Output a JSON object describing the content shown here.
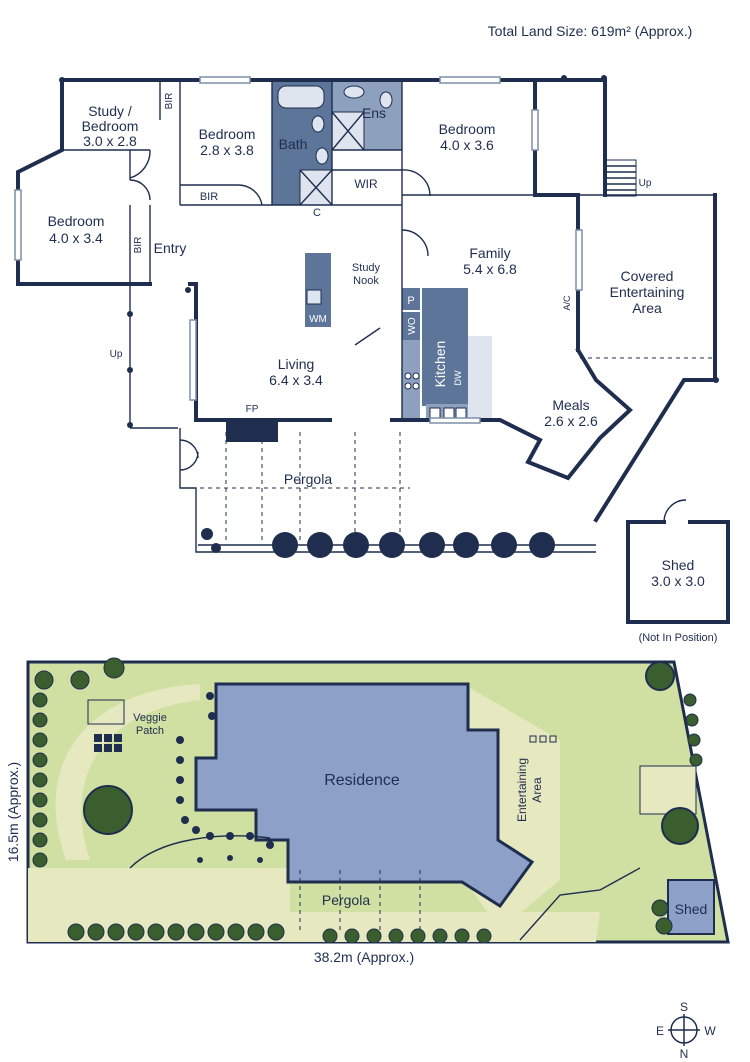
{
  "header": {
    "land_size": "Total Land Size: 619m² (Approx.)"
  },
  "floor_plan": {
    "rooms": {
      "study_bedroom": [
        "Study /",
        "Bedroom",
        "3.0 x 2.8"
      ],
      "bedroom_2": [
        "Bedroom",
        "2.8 x 3.8"
      ],
      "bedroom_master": [
        "Bedroom",
        "4.0 x 3.6"
      ],
      "bedroom_front": [
        "Bedroom",
        "4.0 x 3.4"
      ],
      "bath": "Bath",
      "ens": "Ens",
      "wir": "WIR",
      "c": "C",
      "bir_1": "BIR",
      "bir_2": "BIR",
      "bir_3": "BIR",
      "entry": "Entry",
      "study_nook": [
        "Study",
        "Nook"
      ],
      "wm": "WM",
      "p": "P",
      "wo": "WO",
      "kitchen": "Kitchen",
      "dw": "DW",
      "family": [
        "Family",
        "5.4 x 6.8"
      ],
      "living": [
        "Living",
        "6.4 x 3.4"
      ],
      "fp": "FP",
      "meals": [
        "Meals",
        "2.6 x 2.6"
      ],
      "covered_entertaining": [
        "Covered",
        "Entertaining",
        "Area"
      ],
      "ac": "A/C",
      "up_stairs": "Up",
      "up_entry": "Up",
      "pergola": "Pergola",
      "shed": [
        "Shed",
        "3.0 x 3.0"
      ],
      "not_in_position": "(Not In Position)"
    }
  },
  "site_plan": {
    "veggie_patch": [
      "Veggie",
      "Patch"
    ],
    "residence": "Residence",
    "entertaining_area": [
      "Entertaining",
      "Area"
    ],
    "pergola": "Pergola",
    "shed": "Shed",
    "width_dim": "38.2m (Approx.)",
    "depth_dim": "16.5m (Approx.)"
  },
  "compass": {
    "n": "N",
    "s": "S",
    "e": "E",
    "w": "W"
  },
  "colors": {
    "wall": "#1f2d4f",
    "wet_area": "#5d7599",
    "wet_area_light": "#8da0bd",
    "lawn": "#cfe0a2",
    "paving": "#e6e8bf",
    "residence": "#8da0c8",
    "tree": "#3b5e2e"
  }
}
